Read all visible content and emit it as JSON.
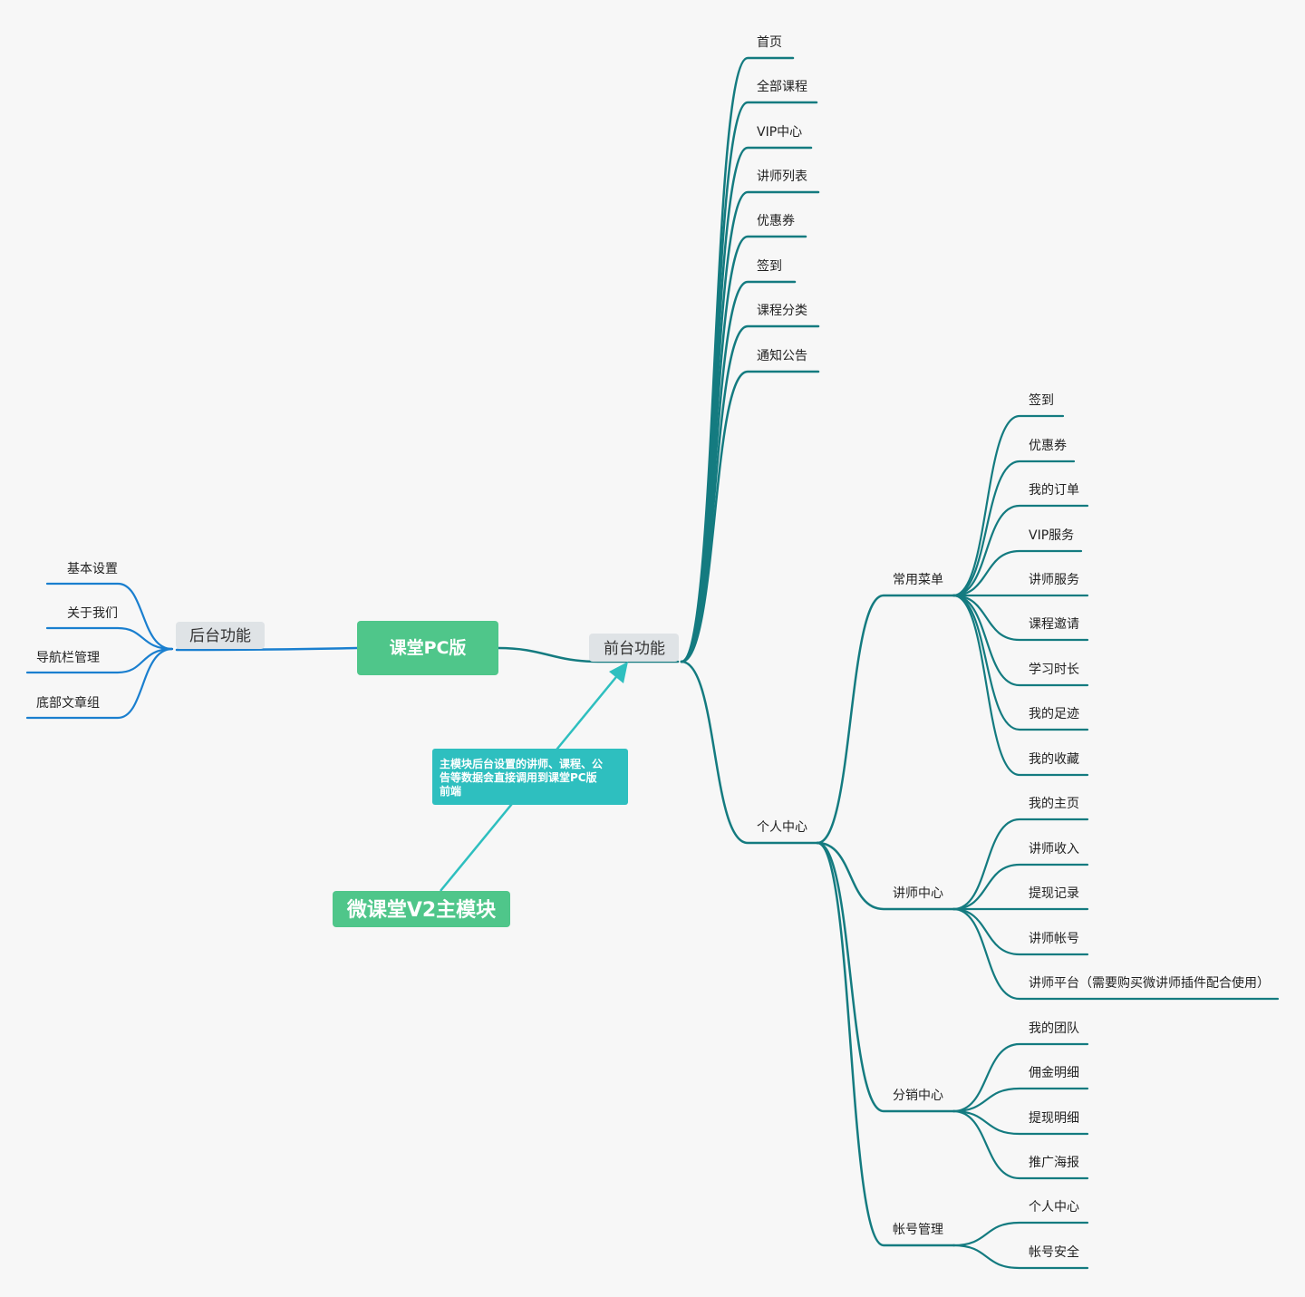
{
  "colors": {
    "background": "#f7f7f7",
    "front_branch": "#147b80",
    "back_branch": "#1a7fcf",
    "root_fill": "#4fc68a",
    "subroot_fill": "#dfe3e6",
    "callout_fill": "#2ebfbf",
    "text": "#222222"
  },
  "root": {
    "label": "课堂PC版"
  },
  "title_node": {
    "label": "微课堂V2主模块"
  },
  "callout": {
    "text_lines": [
      "主模块后台设置的讲师、课程、公",
      "告等数据会直接调用到课堂PC版",
      "前端"
    ]
  },
  "backend": {
    "label": "后台功能",
    "children": [
      "基本设置",
      "关于我们",
      "导航栏管理",
      "底部文章组"
    ]
  },
  "frontend": {
    "label": "前台功能",
    "children": [
      "首页",
      "全部课程",
      "VIP中心",
      "讲师列表",
      "优惠券",
      "签到",
      "课程分类",
      "通知公告"
    ],
    "personal_center": {
      "label": "个人中心",
      "groups": [
        {
          "label": "常用菜单",
          "children": [
            "签到",
            "优惠券",
            "我的订单",
            "VIP服务",
            "讲师服务",
            "课程邀请",
            "学习时长",
            "我的足迹",
            "我的收藏"
          ]
        },
        {
          "label": "讲师中心",
          "children": [
            "我的主页",
            "讲师收入",
            "提现记录",
            "讲师帐号",
            "讲师平台（需要购买微讲师插件配合使用）"
          ]
        },
        {
          "label": "分销中心",
          "children": [
            "我的团队",
            "佣金明细",
            "提现明细",
            "推广海报"
          ]
        },
        {
          "label": "帐号管理",
          "children": [
            "个人中心",
            "帐号安全"
          ]
        }
      ]
    }
  }
}
